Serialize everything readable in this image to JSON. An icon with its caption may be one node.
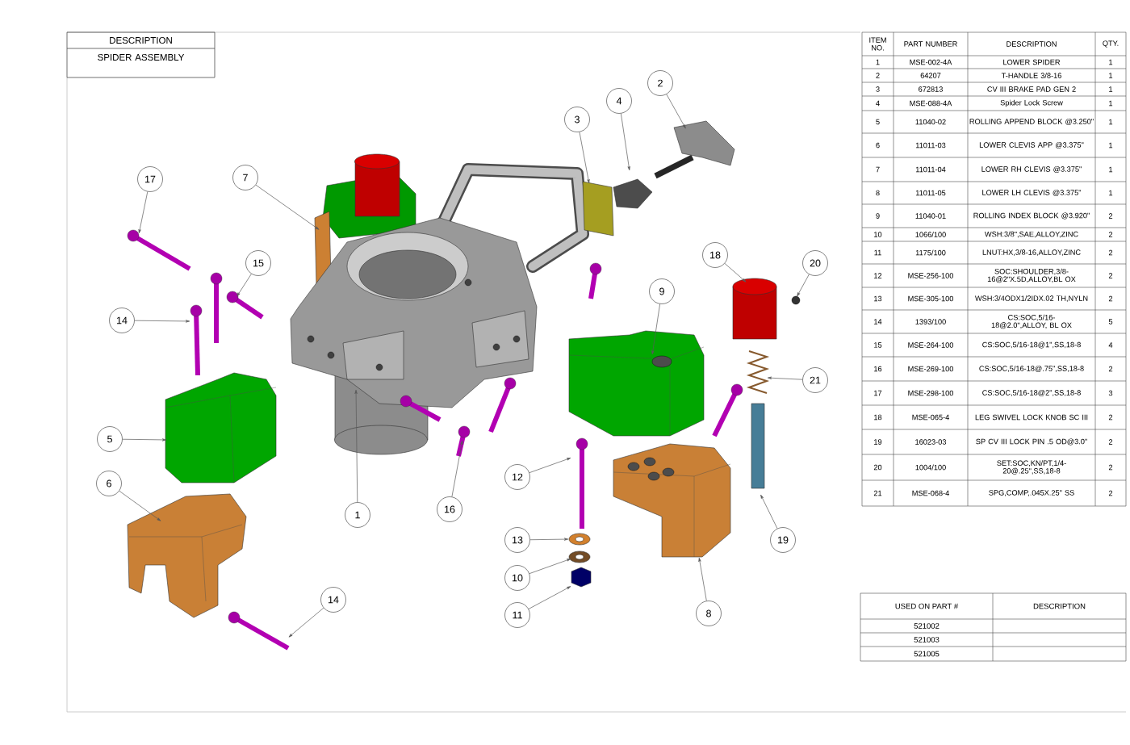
{
  "diagram": {
    "nodes": [
      {
        "text": [
          "2"
        ]
      },
      {
        "text": [
          "4"
        ]
      },
      {
        "text": [
          "3"
        ]
      },
      {
        "text": [
          "17"
        ]
      },
      {
        "text": [
          "7"
        ]
      },
      {
        "text": [
          "18"
        ]
      },
      {
        "text": [
          "15"
        ]
      },
      {
        "text": [
          "20"
        ]
      },
      {
        "text": [
          "9"
        ]
      },
      {
        "text": [
          "14"
        ]
      },
      {
        "text": [
          "21"
        ]
      },
      {
        "text": [
          "5"
        ]
      },
      {
        "text": [
          "12"
        ]
      },
      {
        "text": [
          "6"
        ]
      },
      {
        "text": [
          "16"
        ]
      },
      {
        "text": [
          "1"
        ]
      },
      {
        "text": [
          "19"
        ]
      },
      {
        "text": [
          "13"
        ]
      },
      {
        "text": [
          "10"
        ]
      },
      {
        "text": [
          "14"
        ]
      },
      {
        "text": [
          "8"
        ]
      },
      {
        "text": [
          "11"
        ]
      }
    ],
    "edges": [
      {
        "from": 0,
        "to": null,
        "arrow": "to"
      },
      {
        "from": 1,
        "to": null,
        "arrow": "to"
      },
      {
        "from": 2,
        "to": null,
        "arrow": "to"
      },
      {
        "from": 3,
        "to": null,
        "arrow": "to"
      },
      {
        "from": 4,
        "to": null,
        "arrow": "to"
      },
      {
        "from": 5,
        "to": null,
        "arrow": "to"
      },
      {
        "from": 6,
        "to": null,
        "arrow": "to"
      },
      {
        "from": 7,
        "to": null,
        "arrow": "to"
      },
      {
        "from": 8,
        "to": null,
        "arrow": "to"
      },
      {
        "from": 9,
        "to": null,
        "arrow": "to"
      },
      {
        "from": 10,
        "to": null,
        "arrow": "to"
      },
      {
        "from": 11,
        "to": null,
        "arrow": "to"
      },
      {
        "from": 12,
        "to": null,
        "arrow": "to"
      },
      {
        "from": 13,
        "to": null,
        "arrow": "to"
      },
      {
        "from": 14,
        "to": null,
        "arrow": "to"
      },
      {
        "from": 15,
        "to": null,
        "arrow": "to"
      },
      {
        "from": 16,
        "to": null,
        "arrow": "to"
      },
      {
        "from": 17,
        "to": null,
        "arrow": "to"
      },
      {
        "from": 18,
        "to": null,
        "arrow": "to"
      },
      {
        "from": 19,
        "to": null,
        "arrow": "to"
      },
      {
        "from": 20,
        "to": null,
        "arrow": "to"
      },
      {
        "from": 21,
        "to": null,
        "arrow": "to"
      }
    ],
    "labels": [
      "DESCRIPTION",
      "SPIDER ASSEMBLY",
      "ITEM NO.",
      "PART NUMBER",
      "DESCRIPTION",
      "QTY.",
      "1",
      "MSE-002-4A",
      "LOWER SPIDER",
      "1",
      "2",
      "64207",
      "T-HANDLE 3/8-16",
      "1",
      "3",
      "672813",
      "CV III BRAKE PAD GEN 2",
      "1",
      "4",
      "MSE-088-4A",
      "Spider Lock Screw",
      "1",
      "5",
      "11040-02",
      "ROLLING APPEND BLOCK @3.250\"",
      "1",
      "6",
      "11011-03",
      "LOWER CLEVIS APP @3.375\"",
      "1",
      "7",
      "11011-04",
      "LOWER RH CLEVIS @3.375\"",
      "1",
      "8",
      "11011-05",
      "LOWER LH CLEVIS @3.375\"",
      "1",
      "9",
      "11040-01",
      "ROLLING INDEX BLOCK @3.920\"",
      "2",
      "10",
      "1066/100",
      "WSH:3/8\",SAE,ALLOY,ZINC",
      "2",
      "11",
      "1175/100",
      "LNUT:HX,3/8-16,ALLOY,ZINC",
      "2",
      "12",
      "MSE-256-100",
      "SOC:SHOULDER,3/8-16@2\"X.5D,ALLOY,BL OX",
      "2",
      "13",
      "MSE-305-100",
      "WSH:3/4ODX1/2IDX.02 TH,NYLN",
      "2",
      "14",
      "1393/100",
      "CS:SOC,5/16-18@2.0\",ALLOY, BL OX",
      "5",
      "15",
      "MSE-264-100",
      "CS:SOC,5/16-18@1\",SS,18-8",
      "4",
      "16",
      "MSE-269-100",
      "CS:SOC,5/16-18@.75\",SS,18-8",
      "2",
      "17",
      "MSE-298-100",
      "CS:SOC,5/16-18@2\",SS,18-8",
      "3",
      "18",
      "MSE-065-4",
      "LEG SWIVEL LOCK KNOB SC III",
      "2",
      "19",
      "16023-03",
      "SP CV III LOCK PIN .5 OD@3.0\"",
      "2",
      "20",
      "1004/100",
      "SET:SOC,KN/PT,1/4-20@.25\",SS,18-8",
      "2",
      "21",
      "MSE-068-4",
      "SPG,COMP,.045X.25\" SS",
      "2",
      "USED ON PART #",
      "DESCRIPTION",
      "521002",
      "521003",
      "521005"
    ]
  }
}
